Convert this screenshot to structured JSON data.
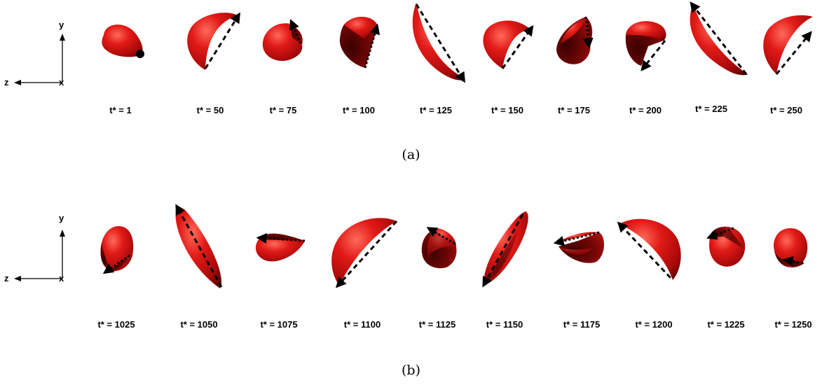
{
  "axis_labels": {
    "y": "y",
    "z": "z",
    "x": "x"
  },
  "colors": {
    "body": "#e11a17",
    "body_dark": "#5a0303",
    "arrow": "#000000"
  },
  "panels": [
    {
      "id": "a",
      "caption": "(a)",
      "frames": [
        {
          "label": "t* = 1",
          "shape": "blob-dot"
        },
        {
          "label": "t* = 50",
          "shape": "crescent",
          "arrow": "dashed"
        },
        {
          "label": "t* = 75",
          "shape": "pacman",
          "arrow": "dotted"
        },
        {
          "label": "t* = 100",
          "shape": "pacman",
          "arrow": "dotted"
        },
        {
          "label": "t* = 125",
          "shape": "crescent",
          "arrow": "dashed"
        },
        {
          "label": "t* = 150",
          "shape": "crescent",
          "arrow": "dashed"
        },
        {
          "label": "t* = 175",
          "shape": "pacman",
          "arrow": "dotted"
        },
        {
          "label": "t* = 200",
          "shape": "pacman",
          "arrow": "dashed"
        },
        {
          "label": "t* = 225",
          "shape": "crescent",
          "arrow": "dashed"
        },
        {
          "label": "t* = 250",
          "shape": "crescent",
          "arrow": "dashed"
        }
      ]
    },
    {
      "id": "b",
      "caption": "(b)",
      "frames": [
        {
          "label": "t* = 1025",
          "shape": "pacman",
          "arrow": "dotted"
        },
        {
          "label": "t* = 1050",
          "shape": "crescent",
          "arrow": "dashed"
        },
        {
          "label": "t* = 1075",
          "shape": "pacman",
          "arrow": "dotted"
        },
        {
          "label": "t* = 1100",
          "shape": "crescent",
          "arrow": "dashed"
        },
        {
          "label": "t* = 1125",
          "shape": "pacman",
          "arrow": "dotted"
        },
        {
          "label": "t* = 1150",
          "shape": "crescent",
          "arrow": "dashed"
        },
        {
          "label": "t* = 1175",
          "shape": "pacman",
          "arrow": "dotted"
        },
        {
          "label": "t* = 1200",
          "shape": "crescent",
          "arrow": "dashed"
        },
        {
          "label": "t* = 1225",
          "shape": "pacman",
          "arrow": "dotted"
        },
        {
          "label": "t* = 1250",
          "shape": "pacman",
          "arrow": "dotted"
        }
      ]
    }
  ]
}
